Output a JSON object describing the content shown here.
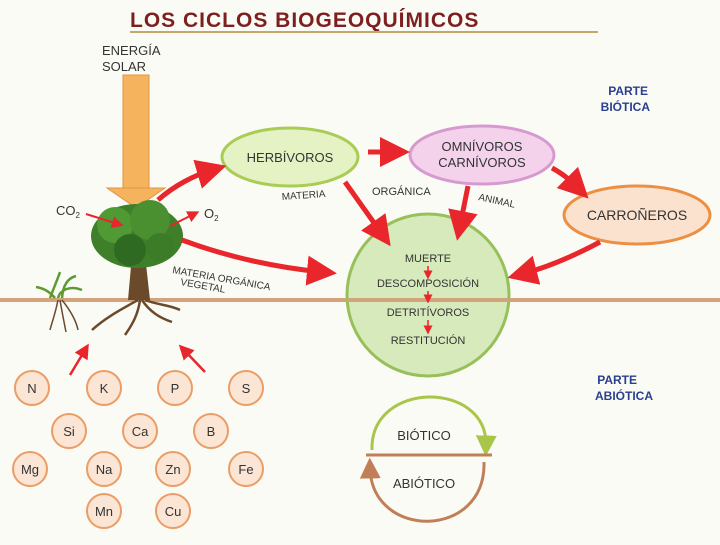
{
  "title": "LOS CICLOS BIOGEOQUÍMICOS",
  "energy_label": [
    "ENERGÍA",
    "SOLAR"
  ],
  "co2_label": "CO",
  "co2_sub": "2",
  "o2_label": "O",
  "o2_sub": "2",
  "parte_biotica": [
    "PARTE",
    "BIÓTICA"
  ],
  "parte_abiotica": [
    "PARTE",
    "ABIÓTICA"
  ],
  "herbivoros": "HERBÍVOROS",
  "omnivoros": [
    "OMNÍVOROS",
    "CARNÍVOROS"
  ],
  "carroneros": "CARROÑEROS",
  "materia_organica_animal": {
    "materia": "MATERIA",
    "organica": "ORGÁNICA",
    "animal": "ANIMAL"
  },
  "materia_organica_vegetal": [
    "MATERIA ORGÁNICA",
    "VEGETAL"
  ],
  "decomposition_steps": [
    "MUERTE",
    "DESCOMPOSICIÓN",
    "DETRITÍVOROS",
    "RESTITUCIÓN"
  ],
  "elements": [
    "N",
    "K",
    "P",
    "S",
    "Si",
    "Ca",
    "B",
    "Mg",
    "Na",
    "Zn",
    "Fe",
    "Mn",
    "Cu"
  ],
  "cycle_labels": {
    "biotico": "BIÓTICO",
    "abiotico": "ABIÓTICO"
  },
  "colors": {
    "arrow_red": "#e8262c",
    "herbivoros_fill": "#e5f3c4",
    "herbivoros_stroke": "#a8cc55",
    "omnivoros_fill": "#f4d2ec",
    "omnivoros_stroke": "#d79ad0",
    "carroneros_fill": "#fbe2cf",
    "carroneros_stroke": "#ec8f42",
    "decomp_fill": "#d7eabb",
    "decomp_stroke": "#98c05a",
    "element_fill": "#fbe5d5",
    "element_stroke": "#ec9c65",
    "sun_arrow": "#f6b35e",
    "ground": "#d3a37c",
    "biotic_arc": "#a9c64a",
    "abiotic_arc": "#c17f58"
  },
  "icons": [
    "sun-arrow-icon",
    "tree-icon",
    "grass-icon"
  ]
}
